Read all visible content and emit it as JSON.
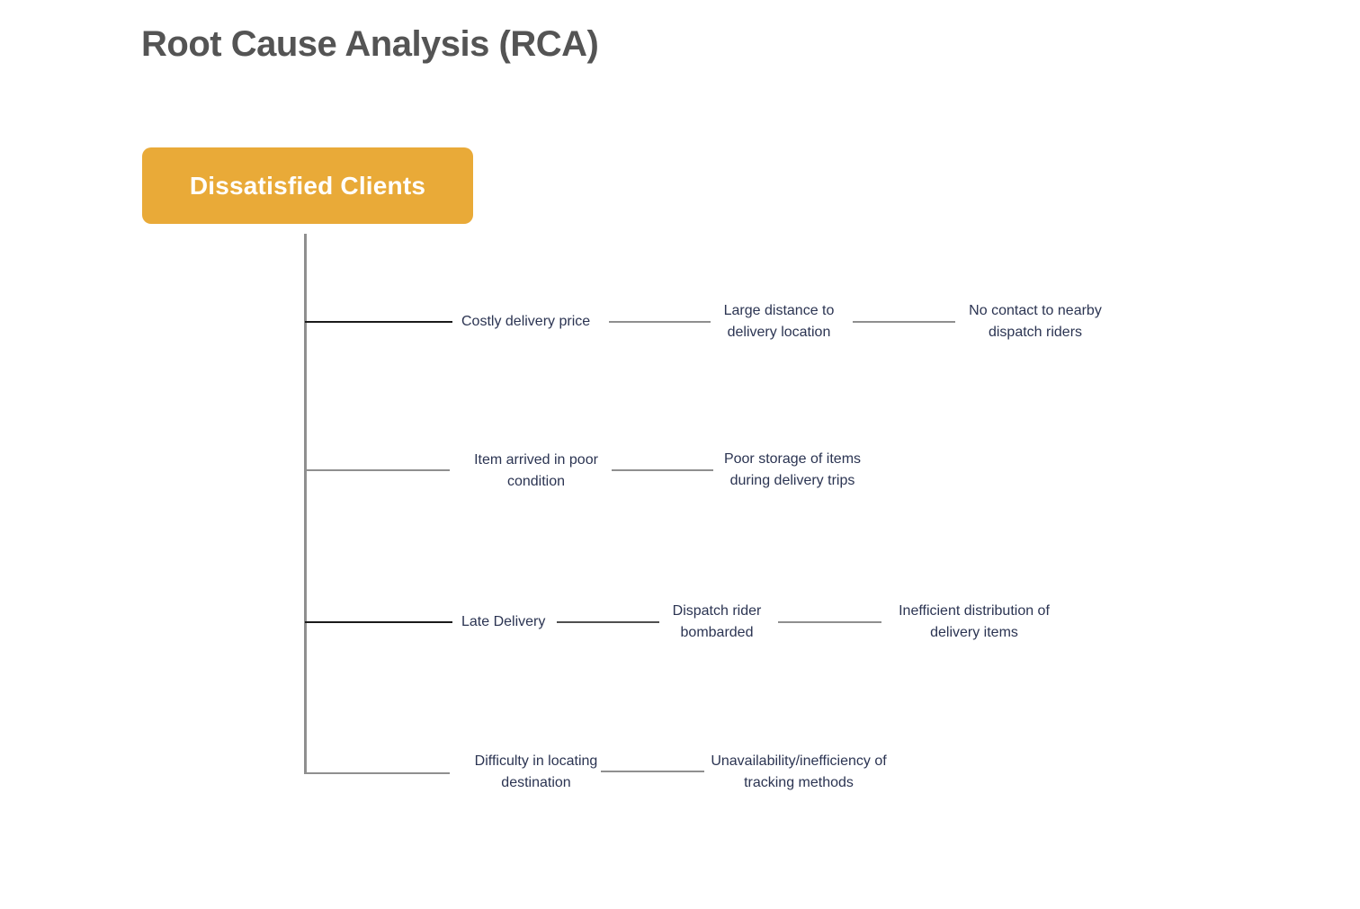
{
  "title": "Root Cause Analysis (RCA)",
  "root_node": {
    "label": "Dissatisfied Clients"
  },
  "branches": [
    {
      "cause": "Costly delivery price",
      "sub_cause": "Large distance to delivery location",
      "root_cause": "No contact to nearby dispatch riders"
    },
    {
      "cause": "Item arrived in poor condition",
      "sub_cause": "Poor storage of items during delivery trips"
    },
    {
      "cause": "Late Delivery",
      "sub_cause": "Dispatch rider bombarded",
      "root_cause": "Inefficient distribution of delivery items"
    },
    {
      "cause": "Difficulty in locating destination",
      "sub_cause": "Unavailability/inefficiency of tracking methods"
    }
  ],
  "colors": {
    "accent_orange": "#e9aa38",
    "title_text": "#545454",
    "label_text": "#2b3452",
    "connector_gray": "#8f8f8f",
    "connector_dark": "#1a1a1a",
    "background": "#ffffff"
  }
}
